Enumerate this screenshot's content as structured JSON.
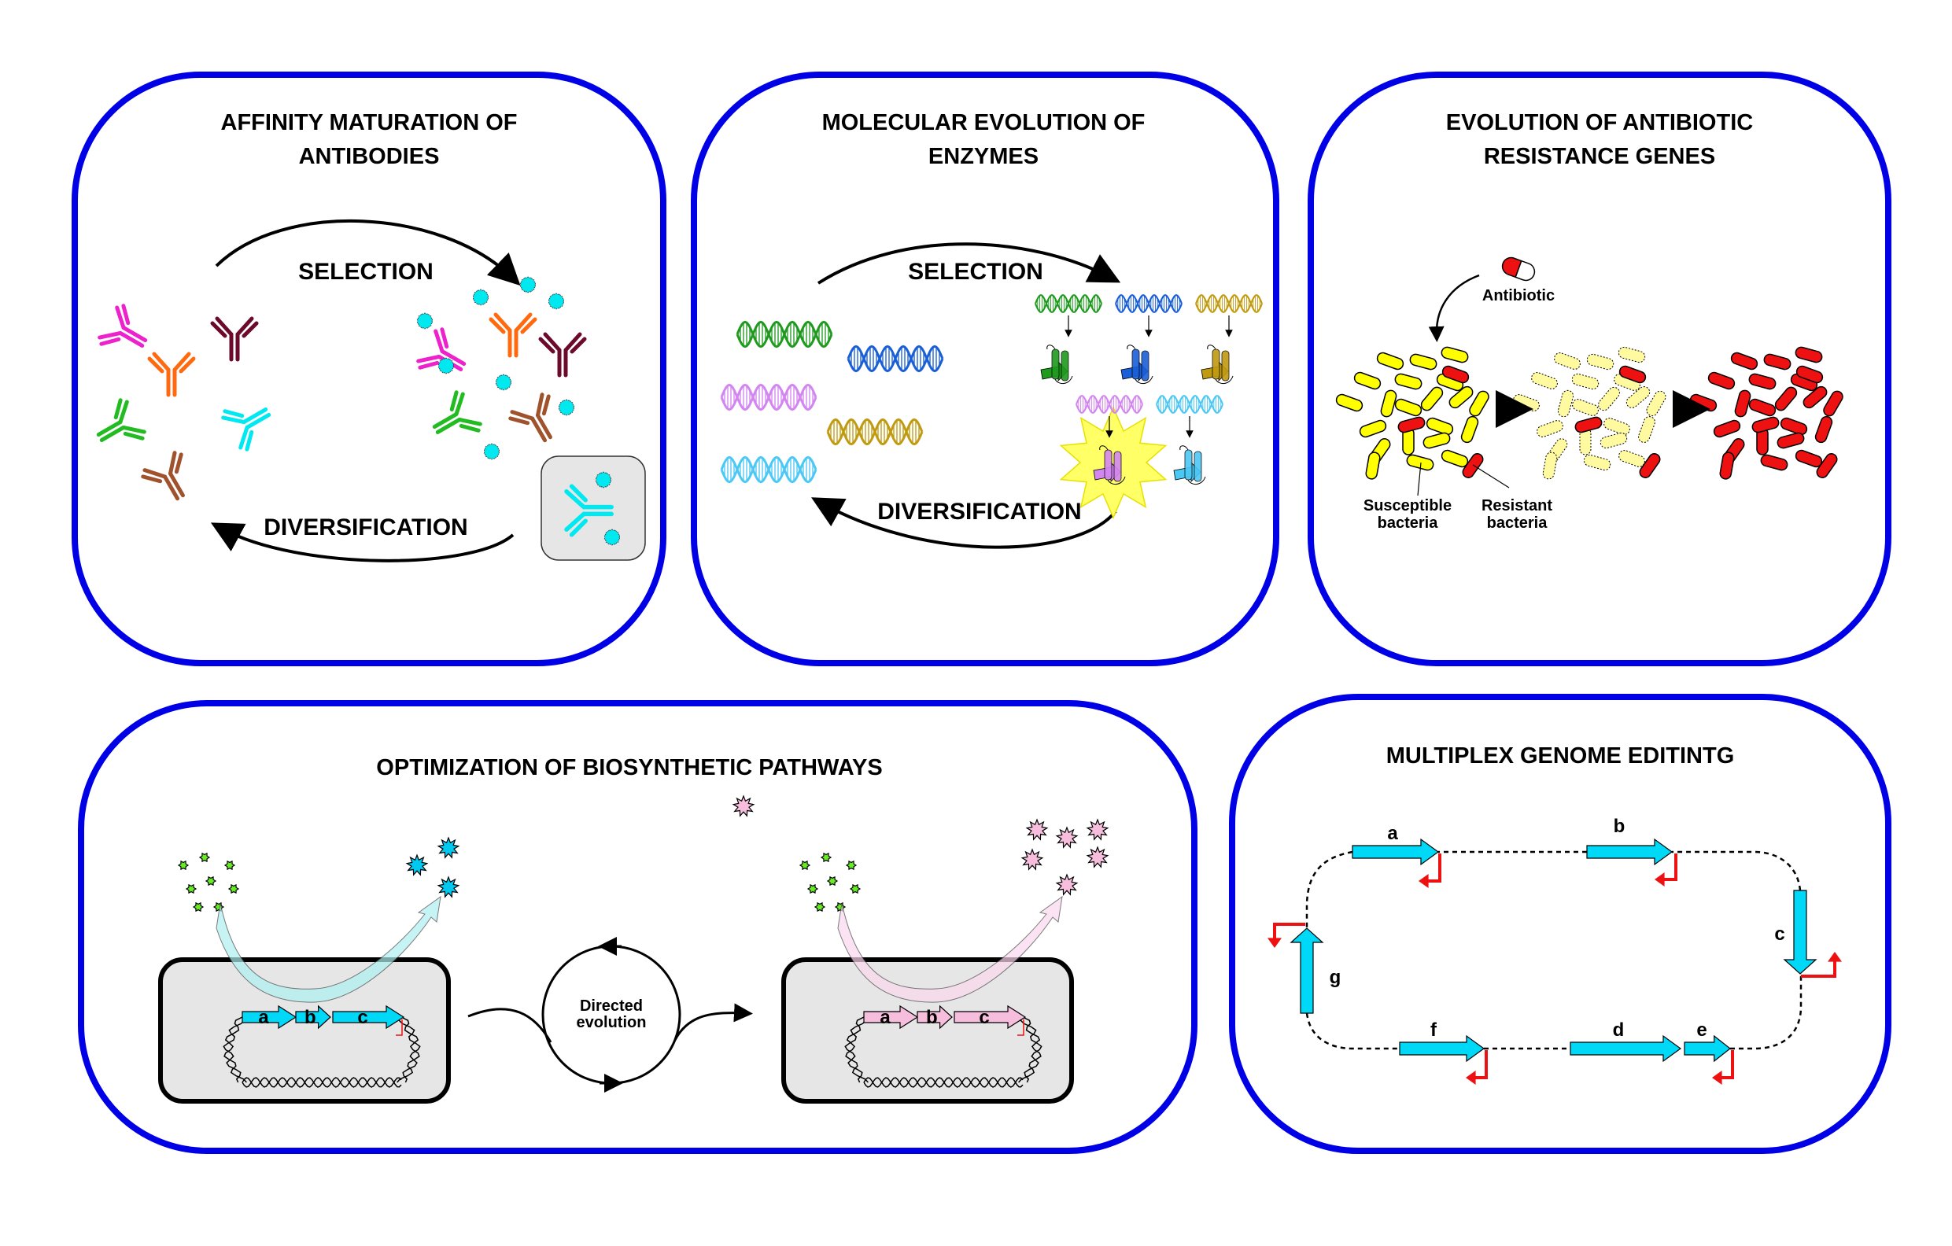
{
  "colors": {
    "panel_border": "#0000e6",
    "cyan": "#00d8f8",
    "pink": "#f6bddc",
    "red": "#ee1111",
    "yellow": "#ffff00",
    "pale_yellow": "#fff9a0",
    "cell_fill": "#e6e6e6"
  },
  "panels": {
    "antibodies": {
      "title_line1": "AFFINITY MATURATION OF",
      "title_line2": "ANTIBODIES",
      "selection_label": "SELECTION",
      "diversification_label": "DIVERSIFICATION",
      "antibody_colors": [
        "#ee22cc",
        "#ff6a10",
        "#6b0a2a",
        "#22bb22",
        "#00e8f0",
        "#a0522d"
      ]
    },
    "enzymes": {
      "title_line1": "MOLECULAR EVOLUTION OF",
      "title_line2": "ENZYMES",
      "selection_label": "SELECTION",
      "diversification_label": "DIVERSIFICATION",
      "dna_colors": [
        "#1f9a1f",
        "#1a5fd8",
        "#d386f0",
        "#c09a10",
        "#4cc8f4"
      ]
    },
    "antibiotic": {
      "title_line1": "EVOLUTION OF ANTIBIOTIC",
      "title_line2": "RESISTANCE GENES",
      "antibiotic_label": "Antibiotic",
      "susceptible_label_line1": "Susceptible",
      "susceptible_label_line2": "bacteria",
      "resistant_label_line1": "Resistant",
      "resistant_label_line2": "bacteria"
    },
    "pathways": {
      "title": "OPTIMIZATION  OF BIOSYNTHETIC PATHWAYS",
      "directed_line1": "Directed",
      "directed_line2": "evolution",
      "genes": [
        "a",
        "b",
        "c"
      ]
    },
    "genome": {
      "title": "MULTIPLEX GENOME EDITINTG",
      "genes": [
        "a",
        "b",
        "c",
        "d",
        "e",
        "f",
        "g"
      ]
    }
  }
}
